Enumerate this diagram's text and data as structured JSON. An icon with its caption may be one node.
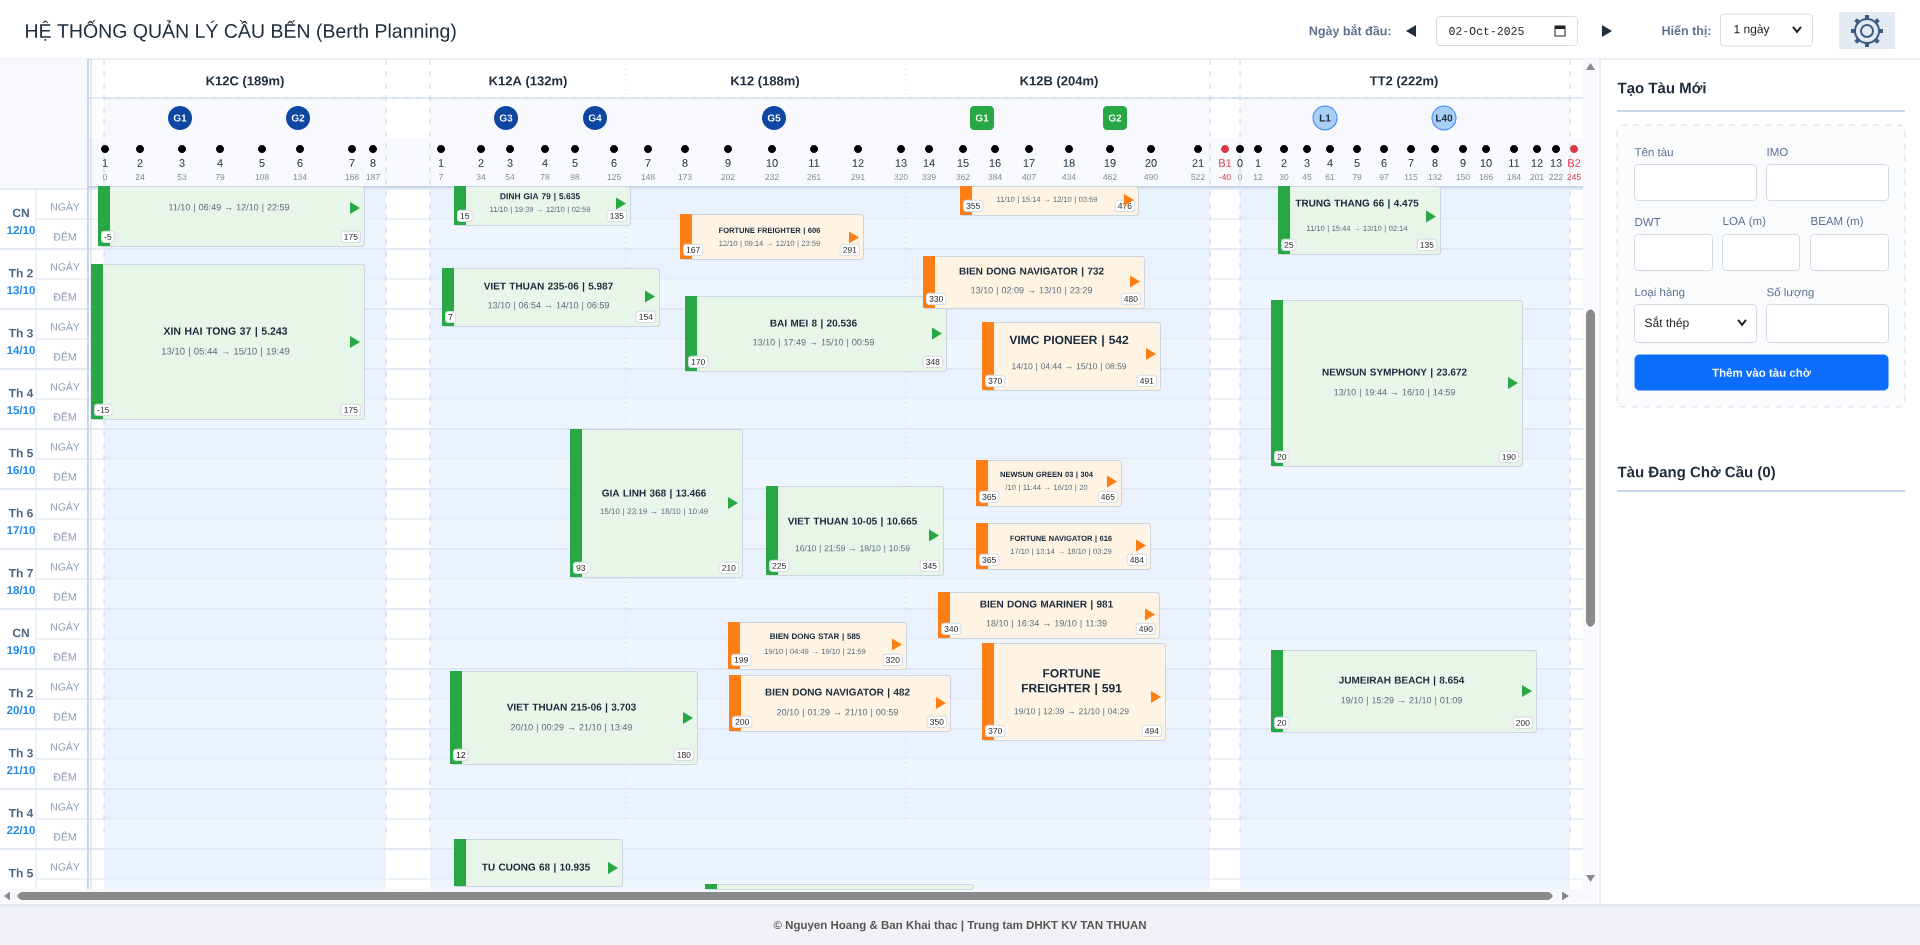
{
  "diagram": {
    "title": "HỆ THỐNG QUẢN LÝ CẦU BẾN (Berth Planning)",
    "nodes": [
      {
        "text": [
          "02-Oct-2025"
        ]
      },
      {
        "text": [
          "1 ngày"
        ]
      },
      {
        "text": [
          "G1"
        ]
      },
      {
        "text": [
          "G2"
        ]
      },
      {
        "text": [
          "G3"
        ]
      },
      {
        "text": [
          "G4"
        ]
      },
      {
        "text": [
          "G5"
        ]
      },
      {
        "text": [
          "G1"
        ]
      },
      {
        "text": [
          "G2"
        ]
      },
      {
        "text": [
          "L1"
        ]
      },
      {
        "text": [
          "L40"
        ]
      },
      {
        "text": [
          "11/10 | 06:49 → 12/10 | 22:59",
          "-5",
          "175"
        ]
      },
      {
        "text": [
          "DINH GIA 79 | 5.635",
          "11/10 | 19:39 → 12/10 | 02:59",
          "15",
          "135"
        ]
      },
      {
        "text": [
          "11/10 | 15:14 → 12/10 | 03:59",
          "355",
          "476"
        ]
      },
      {
        "text": [
          "TRUNG THANG 66 | 4.475",
          "11/10 | 15:44 → 13/10 | 02:14",
          "25",
          "135"
        ]
      },
      {
        "text": [
          "FORTUNE FREIGHTER | 606",
          "12/10 | 09:14 → 12/10 | 23:59",
          "167",
          "291"
        ]
      },
      {
        "text": [
          "XIN HAI TONG 37 | 5.243",
          "13/10 | 05:44 → 15/10 | 19:49",
          "-15",
          "175"
        ]
      },
      {
        "text": [
          "VIET THUAN 235-06 | 5.987",
          "13/10 | 06:54 → 14/10 | 06:59",
          "7",
          "154"
        ]
      },
      {
        "text": [
          "BIEN DONG NAVIGATOR | 732",
          "13/10 | 02:09 → 13/10 | 23:29",
          "330",
          "480"
        ]
      },
      {
        "text": [
          "BAI MEI 8 | 20.536",
          "13/10 | 17:49 → 15/10 | 00:59",
          "170",
          "348"
        ]
      },
      {
        "text": [
          "NEWSUN SYMPHONY | 23.672",
          "13/10 | 19:44 → 16/10 | 14:59",
          "20",
          "190"
        ]
      },
      {
        "text": [
          "VIMC PIONEER | 542",
          "14/10 | 04:44 → 15/10 | 08:59",
          "370",
          "491"
        ]
      },
      {
        "text": [
          "GIA LINH 368 | 13.466",
          "15/10 | 23:19 → 18/10 | 10:49",
          "93",
          "210"
        ]
      },
      {
        "text": [
          "NEWSUN GREEN 03 | 304",
          "/10 | 11:44 → 16/10 | 20",
          "365",
          "465"
        ]
      },
      {
        "text": [
          "VIET THUAN 10-05 | 10.665",
          "16/10 | 21:59 → 18/10 | 10:59",
          "225",
          "345"
        ]
      },
      {
        "text": [
          "FORTUNE NAVIGATOR | 616",
          "17/10 | 13:14 → 18/10 | 03:29",
          "365",
          "484"
        ]
      },
      {
        "text": [
          "BIEN DONG MARINER | 981",
          "18/10 | 16:34 → 19/10 | 11:39",
          "340",
          "490"
        ]
      },
      {
        "text": [
          "BIEN DONG STAR | 585",
          "19/10 | 04:49 → 19/10 | 21:59",
          "199",
          "320"
        ]
      },
      {
        "text": [
          "FORTUNE FREIGHTER | 591",
          "19/10 | 12:39 → 21/10 | 04:29",
          "370",
          "494"
        ]
      },
      {
        "text": [
          "JUMEIRAH BEACH | 8.654",
          "19/10 | 15:29 → 21/10 | 01:09",
          "20",
          "200"
        ]
      },
      {
        "text": [
          "BIEN DONG NAVIGATOR | 482",
          "20/10 | 01:29 → 21/10 | 00:59",
          "200",
          "350"
        ]
      },
      {
        "text": [
          "VIET THUAN 215-06 | 3.703",
          "20/10 | 00:29 → 21/10 | 13:49",
          "12",
          "180"
        ]
      },
      {
        "text": [
          "TU CUONG 68 | 10.935"
        ]
      },
      {
        "text": [],
        "shape": "box"
      },
      {
        "text": [],
        "shape": "box"
      },
      {
        "text": [],
        "shape": "box"
      },
      {
        "text": [],
        "shape": "box"
      },
      {
        "text": [],
        "shape": "box"
      },
      {
        "text": [],
        "shape": "box"
      },
      {
        "text": [
          "Sắt thép"
        ]
      },
      {
        "text": [],
        "shape": "box"
      },
      {
        "text": [
          "Thêm vào tàu chờ"
        ]
      }
    ],
    "labels": [
      "Ngày bắt đầu:",
      "Hiển thị:",
      "K12C (189m)",
      "K12A (132m)",
      "K12 (188m)",
      "K12B (204m)",
      "TT2 (222m)",
      "1",
      "2",
      "3",
      "4",
      "5",
      "6",
      "7",
      "8",
      "1",
      "2",
      "3",
      "4",
      "5",
      "6",
      "7",
      "8",
      "9",
      "10",
      "11",
      "12",
      "13",
      "14",
      "15",
      "16",
      "17",
      "18",
      "19",
      "20",
      "21",
      "B1",
      "0",
      "1",
      "2",
      "3",
      "4",
      "5",
      "6",
      "7",
      "8",
      "9",
      "10",
      "11",
      "12",
      "13",
      "B2",
      "0",
      "24",
      "53",
      "79",
      "108",
      "134",
      "168",
      "187",
      "7",
      "34",
      "54",
      "78",
      "98",
      "125",
      "148",
      "173",
      "202",
      "232",
      "261",
      "291",
      "320",
      "339",
      "362",
      "384",
      "407",
      "434",
      "462",
      "490",
      "522",
      "-40",
      "0",
      "12",
      "30",
      "45",
      "61",
      "79",
      "97",
      "115",
      "132",
      "150",
      "166",
      "184",
      "201",
      "222",
      "245",
      "CN",
      "12/10",
      "NGÀY",
      "ĐÊM",
      "Th 2",
      "13/10",
      "NGÀY",
      "ĐÊM",
      "Th 3",
      "14/10",
      "NGÀY",
      "ĐÊM",
      "Th 4",
      "15/10",
      "NGÀY",
      "ĐÊM",
      "Th 5",
      "16/10",
      "NGÀY",
      "ĐÊM",
      "Th 6",
      "17/10",
      "NGÀY",
      "ĐÊM",
      "Th 7",
      "18/10",
      "NGÀY",
      "ĐÊM",
      "CN",
      "19/10",
      "NGÀY",
      "ĐÊM",
      "Th 2",
      "20/10",
      "NGÀY",
      "ĐÊM",
      "Th 3",
      "21/10",
      "NGÀY",
      "ĐÊM",
      "Th 4",
      "22/10",
      "NGÀY",
      "ĐÊM",
      "Th 5",
      "NGÀY",
      "Tạo Tàu Mới",
      "Tên tàu",
      "IMO",
      "DWT",
      "LOA (m)",
      "BEAM (m)",
      "Loại hàng",
      "Số lượng",
      "Tàu Đang Chờ Cầu (0)",
      "© Nguyen Hoang & Ban Khai thac | Trung tam DHKT KV TAN THUAN"
    ]
  }
}
